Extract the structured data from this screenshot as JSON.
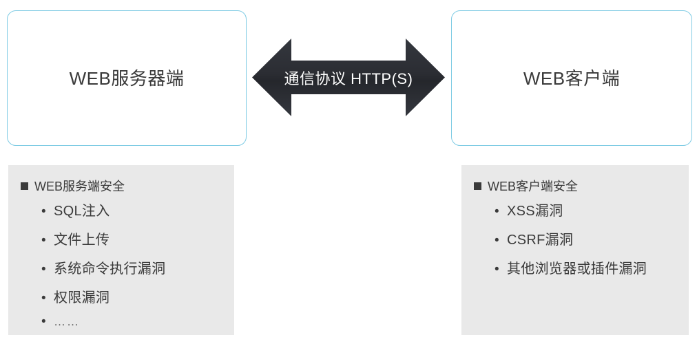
{
  "diagram": {
    "server_node": {
      "label": "WEB服务器端"
    },
    "client_node": {
      "label": "WEB客户端"
    },
    "connector": {
      "label": "通信协议 HTTP(S)",
      "icon": "double-headed-arrow-icon",
      "fill_color": "#2c2e34"
    },
    "accent_border_color": "#7ecbe4",
    "panel_background_color": "#e9e9e9",
    "text_color": "#3a3a3a"
  },
  "server_panel": {
    "heading": "WEB服务端安全",
    "bullet_glyph": "•",
    "items": [
      {
        "text": "SQL注入"
      },
      {
        "text": "文件上传"
      },
      {
        "text": "系统命令执行漏洞"
      },
      {
        "text": "权限漏洞"
      },
      {
        "text": "……"
      }
    ]
  },
  "client_panel": {
    "heading": "WEB客户端安全",
    "bullet_glyph": "•",
    "items": [
      {
        "text": "XSS漏洞"
      },
      {
        "text": "CSRF漏洞"
      },
      {
        "text": "其他浏览器或插件漏洞"
      }
    ]
  }
}
